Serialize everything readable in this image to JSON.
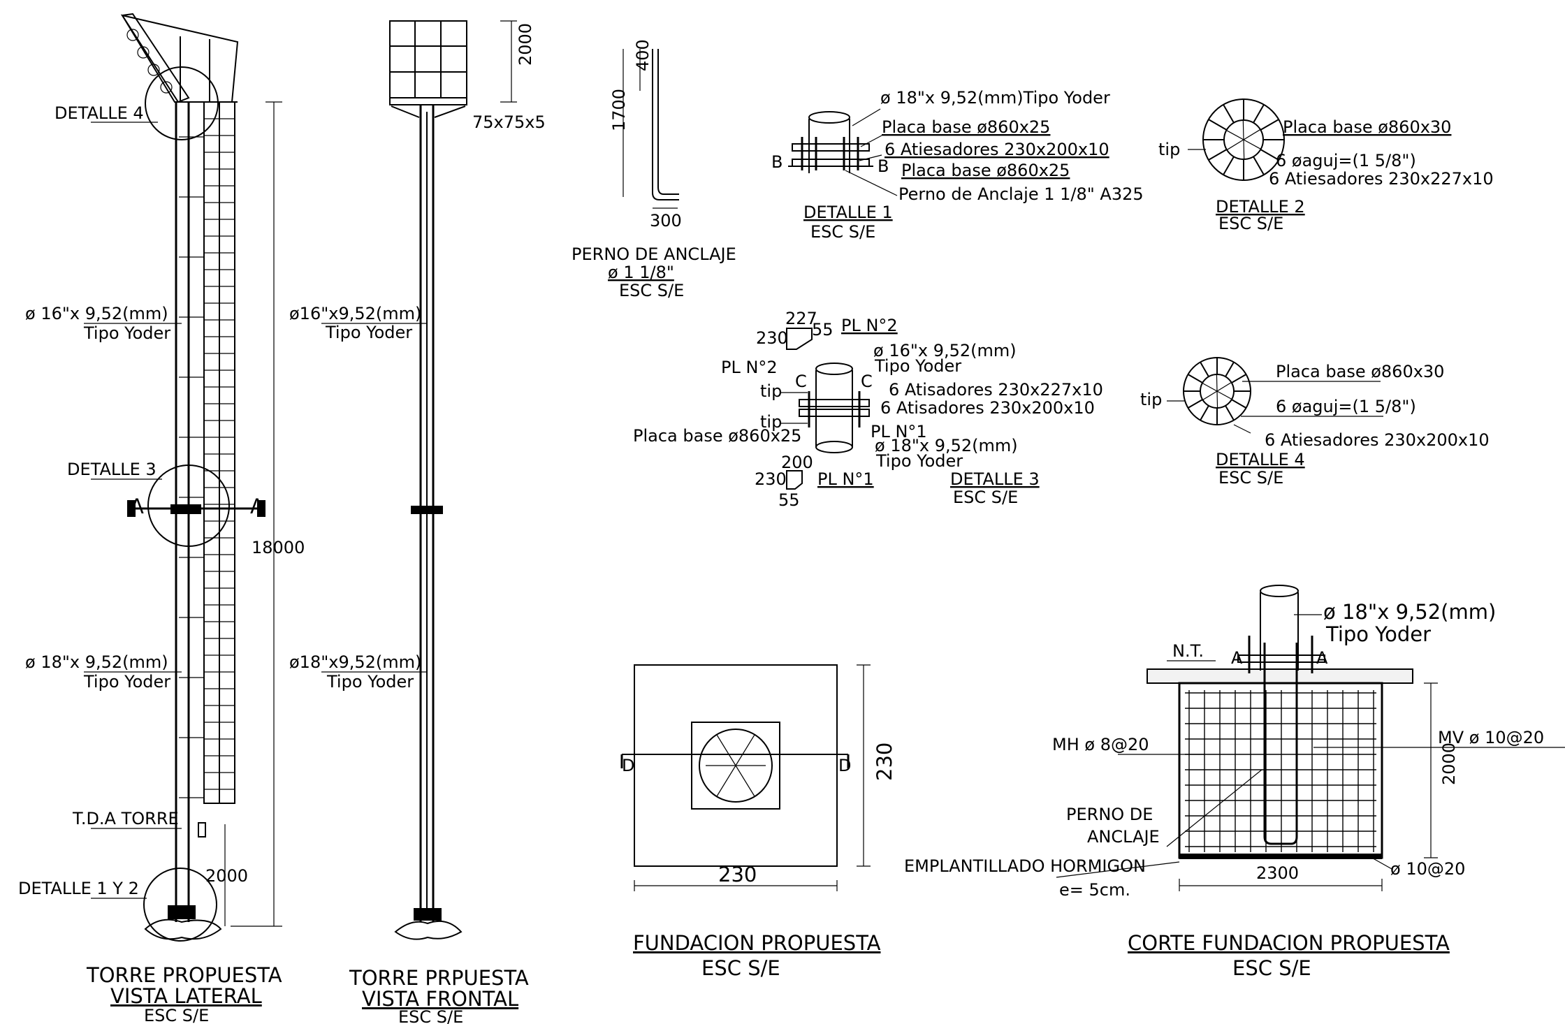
{
  "drawing": {
    "torre_lateral": {
      "detalle_4": "DETALLE 4",
      "pipe_16_l1": "ø 16\"x 9,52(mm)",
      "pipe_16_l2": "Tipo Yoder",
      "detalle_3": "DETALLE 3",
      "pipe_18_l1": "ø 18\"x 9,52(mm)",
      "pipe_18_l2": "Tipo Yoder",
      "tda": "T.D.A TORRE",
      "detalle_1y2": "DETALLE 1 Y 2",
      "dim_2000": "2000",
      "dim_18000": "18000",
      "section_a_left": "A",
      "section_a_right": "A",
      "title_1": "TORRE PROPUESTA",
      "title_2": "VISTA LATERAL",
      "scale": "ESC S/E"
    },
    "torre_frontal": {
      "dim_2000": "2000",
      "angle": "75x75x5",
      "pipe_16_l1": "ø16\"x9,52(mm)",
      "pipe_16_l2": "Tipo Yoder",
      "pipe_18_l1": "ø18\"x9,52(mm)",
      "pipe_18_l2": "Tipo Yoder",
      "title_1": "TORRE PRPUESTA",
      "title_2": "VISTA FRONTAL",
      "scale": "ESC S/E"
    },
    "perno": {
      "dim_400": "400",
      "dim_1700": "1700",
      "dim_300": "300",
      "title_1": "PERNO DE ANCLAJE",
      "title_2": "ø 1 1/8\"",
      "scale": "ESC S/E"
    },
    "detalle_1": {
      "label_pipe": "ø 18\"x 9,52(mm)Tipo Yoder",
      "label_placa1": "Placa base ø860x25",
      "label_atiesadores": "6 Atiesadores 230x200x10",
      "label_placa2": "Placa base ø860x25",
      "label_perno": "Perno de Anclaje 1 1/8\" A325",
      "b_left": "B",
      "b_right": "B",
      "title": "DETALLE 1",
      "scale": "ESC S/E"
    },
    "detalle_2": {
      "tip": "tip",
      "label_placa": "Placa base ø860x30",
      "label_aguj": "6 øaguj=(1 5/8\")",
      "label_atiesadores": "6 Atiesadores 230x227x10",
      "title": "DETALLE 2",
      "scale": "ESC S/E"
    },
    "detalle_3": {
      "pl2_227": "227",
      "pl2_230": "230",
      "pl2_55": "55",
      "pl2_title": "PL N°2",
      "pl2_label": "PL N°2",
      "tip_1": "tip",
      "tip_2": "tip",
      "c_left": "C",
      "c_right": "C",
      "label_pipe16_l1": "ø 16\"x 9,52(mm)",
      "label_pipe16_l2": "Tipo Yoder",
      "label_atis1": "6 Atisadores 230x227x10",
      "label_atis2": "6 Atisadores 230x200x10",
      "label_placa": "Placa base ø860x25",
      "label_pl1": "PL N°1",
      "label_pipe18_l1": "ø 18\"x 9,52(mm)",
      "label_pipe18_l2": "Tipo Yoder",
      "pl1_200": "200",
      "pl1_230": "230",
      "pl1_55": "55",
      "pl1_title": "PL N°1",
      "title": "DETALLE 3",
      "scale": "ESC S/E"
    },
    "detalle_4": {
      "tip": "tip",
      "label_placa": "Placa base ø860x30",
      "label_aguj": "6 øaguj=(1 5/8\")",
      "label_atiesadores": "6 Atiesadores 230x200x10",
      "title": "DETALLE 4",
      "scale": "ESC S/E"
    },
    "fundacion": {
      "dim_230_h": "230",
      "dim_230_v": "230",
      "d_left": "D",
      "d_right": "D",
      "title": "FUNDACION PROPUESTA",
      "scale": "ESC S/E"
    },
    "corte": {
      "label_pipe_l1": "ø 18\"x 9,52(mm)",
      "label_pipe_l2": "Tipo Yoder",
      "nt": "N.T.",
      "a_left": "A",
      "a_right": "A",
      "mh": "MH ø 8@20",
      "mv": "MV ø 10@20",
      "perno_l1": "PERNO DE",
      "perno_l2": "ANCLAJE",
      "emplantillado": "EMPLANTILLADO HORMIGON",
      "espesor": "e= 5cm.",
      "dim_2300": "2300",
      "dim_2000": "2000",
      "bottom_bar": "ø 10@20",
      "title": "CORTE FUNDACION PROPUESTA",
      "scale": "ESC S/E"
    }
  }
}
